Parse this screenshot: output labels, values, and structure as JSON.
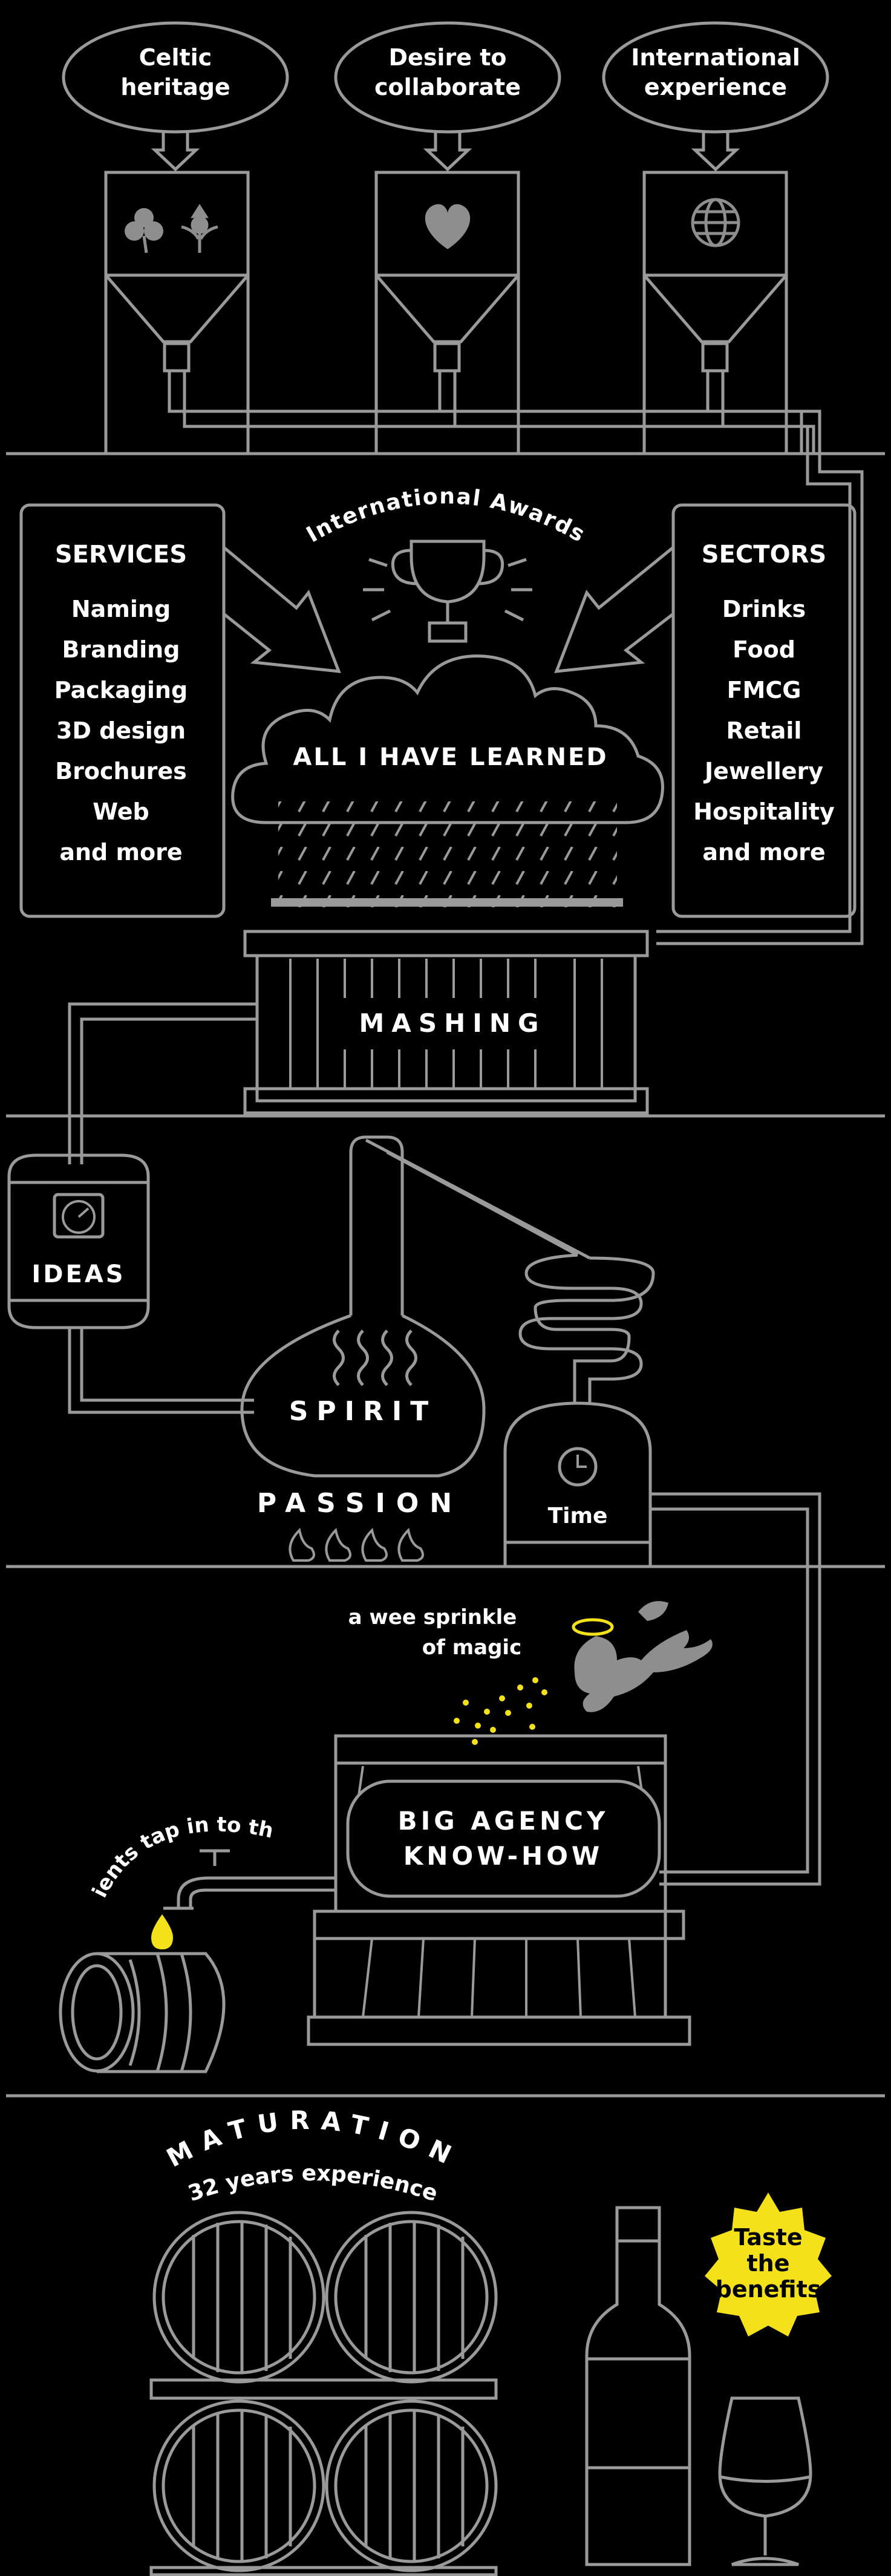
{
  "colors": {
    "background": "#000000",
    "line": "#9a9a9a",
    "text": "#ffffff",
    "accent": "#f5e11a",
    "fill": "#8e8e8e"
  },
  "inputs": {
    "celtic": [
      "Celtic",
      "heritage"
    ],
    "collaborate": [
      "Desire to",
      "collaborate"
    ],
    "international": [
      "International",
      "experience"
    ]
  },
  "icons": {
    "tank1": "shamrock-thistle-icon",
    "tank2": "heart-icon",
    "tank3": "globe-icon"
  },
  "services": {
    "title": "SERVICES",
    "items": [
      "Naming",
      "Branding",
      "Packaging",
      "3D design",
      "Brochures",
      "Web",
      "and more"
    ]
  },
  "sectors": {
    "title": "SECTORS",
    "items": [
      "Drinks",
      "Food",
      "FMCG",
      "Retail",
      "Jewellery",
      "Hospitality",
      "and more"
    ]
  },
  "awards": "International Awards",
  "cloud": "ALL I HAVE LEARNED",
  "mashing": "MASHING",
  "ideas": "IDEAS",
  "spirit": "SPIRIT",
  "passion": "PASSION",
  "time": "Time",
  "magic": [
    "a wee sprinkle",
    "of magic"
  ],
  "agency": [
    "BIG AGENCY",
    "KNOW-HOW"
  ],
  "clients": "clients tap in to this",
  "maturation": "MATURATION",
  "years": "32 years experience",
  "taste": [
    "Taste",
    "the",
    "benefits"
  ]
}
